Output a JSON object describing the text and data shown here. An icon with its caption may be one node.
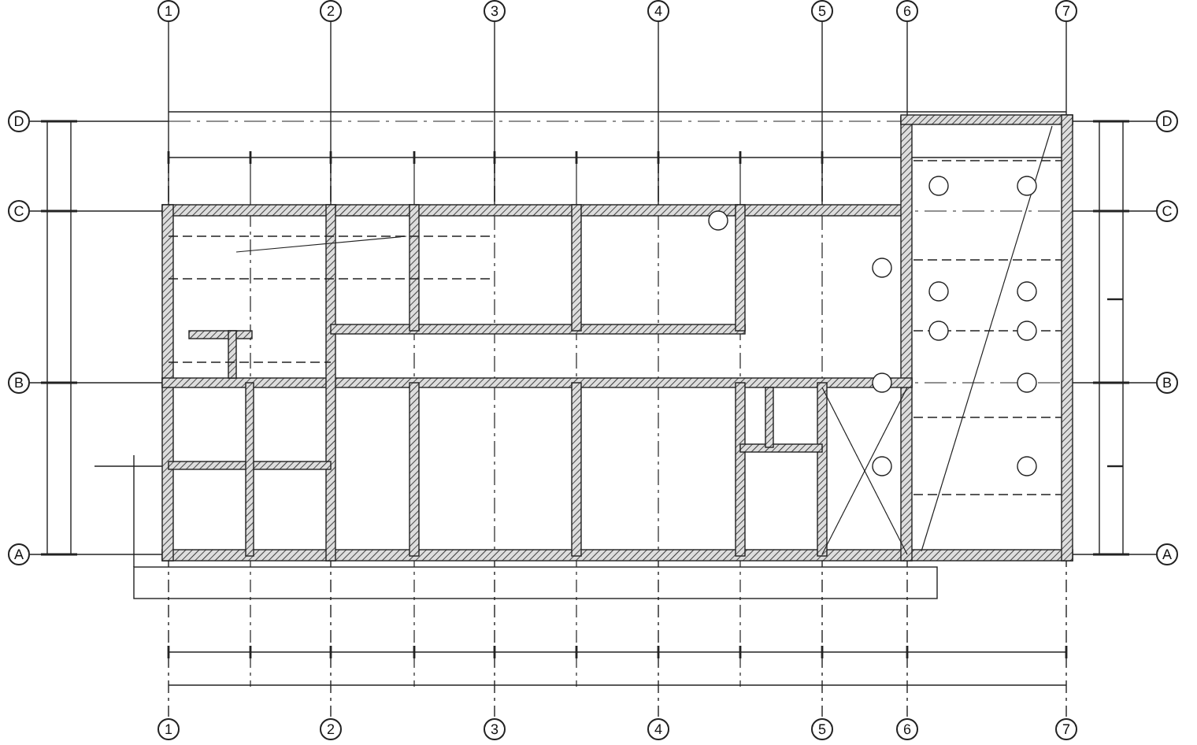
{
  "diagram": {
    "nodes": [
      {
        "text": [
          "1"
        ]
      },
      {
        "text": [
          "2"
        ]
      },
      {
        "text": [
          "3"
        ]
      },
      {
        "text": [
          "4"
        ]
      },
      {
        "text": [
          "5"
        ]
      },
      {
        "text": [
          "6"
        ]
      },
      {
        "text": [
          "7"
        ]
      },
      {
        "text": [
          "D"
        ]
      },
      {
        "text": [
          "C"
        ]
      },
      {
        "text": [
          "B"
        ]
      },
      {
        "text": [
          "A"
        ]
      },
      {
        "text": [
          "D"
        ]
      },
      {
        "text": [
          "C"
        ]
      },
      {
        "text": [
          "B"
        ]
      },
      {
        "text": [
          "A"
        ]
      },
      {
        "text": [
          "1"
        ]
      },
      {
        "text": [
          "2"
        ]
      },
      {
        "text": [
          "3"
        ]
      },
      {
        "text": [
          "4"
        ]
      },
      {
        "text": [
          "5"
        ]
      },
      {
        "text": [
          "6"
        ]
      },
      {
        "text": [
          "7"
        ]
      }
    ]
  }
}
